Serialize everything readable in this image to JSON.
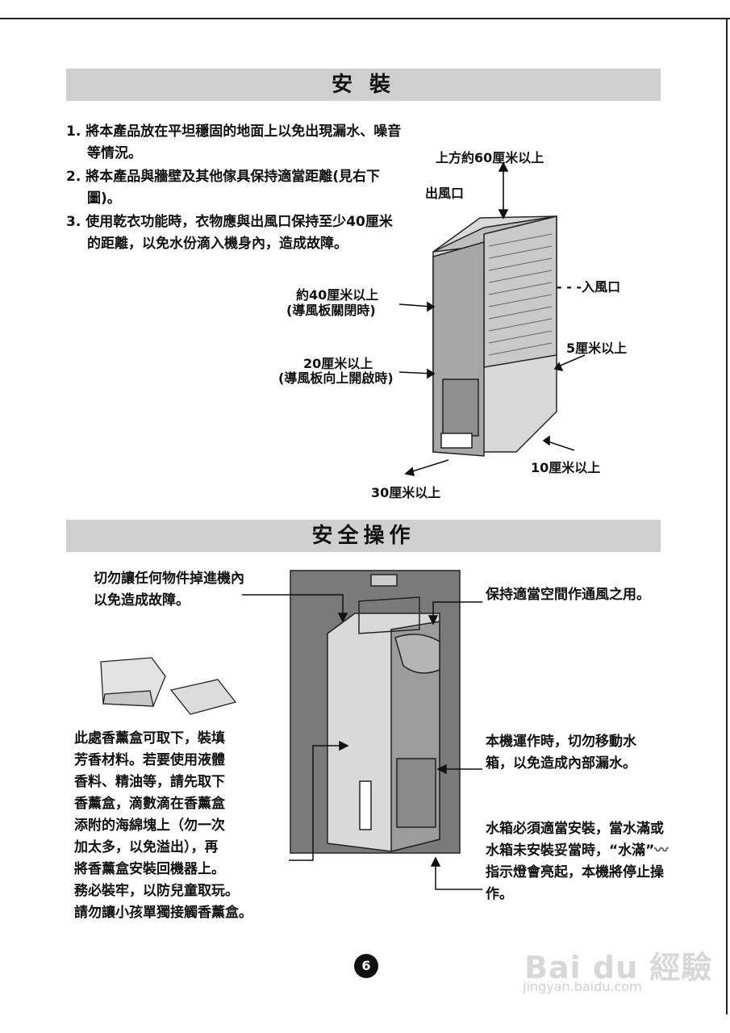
{
  "install": {
    "heading": "安 裝",
    "steps": [
      "1. 將本產品放在平坦穩固的地面上以免出現漏水、噪音等情況。",
      "2. 將本產品與牆壁及其他傢具保持適當距離(見右下圖)。",
      "3. 使用乾衣功能時，衣物應與出風口保持至少40厘米的距離，以免水份滴入機身內，造成故障。"
    ],
    "labels": {
      "top_clearance": "上方約60厘米以上",
      "air_outlet": "出風口",
      "air_inlet": "- - -入風口",
      "left_40": "約40厘米以上",
      "left_40_note": "(導風板關閉時)",
      "left_20": "20厘米以上",
      "left_20_note": "(導風板向上開啟時)",
      "right_5": "5厘米以上",
      "bottom_10": "10厘米以上",
      "front_30": "30厘米以上"
    }
  },
  "safety": {
    "heading": "安全操作",
    "note_no_objects": "切勿讓任何物件掉進機內以免造成故障。",
    "note_ventilation": "保持適當空間作通風之用。",
    "note_no_move_tank": "本機運作時，切勿移動水箱，以免造成內部漏水。",
    "note_tank_install": "水箱必須適當安裝，當水滿或水箱未安裝妥當時，“水滿”",
    "note_tank_install_end": "指示燈會亮起，本機將停止操作。",
    "note_fragrance": [
      "此處香薰盒可取下，裝填",
      "芳香材料。若要使用液體",
      "香料、精油等，請先取下",
      "香薰盒，滴數滴在香薰盒",
      "添附的海綿塊上（勿一次",
      "加太多，以免溢出），再",
      "將香薰盒安裝回機器上。",
      "務必裝牢，以防兒童取玩。",
      "請勿讓小孩單獨接觸香薰盒。"
    ]
  },
  "page_number": "6",
  "watermark": {
    "brand": "Bai du 經驗",
    "url": "jingyan.baidu.com"
  },
  "colors": {
    "section_bar": "#cfcfcf",
    "text": "#111111",
    "unit_body": "#d9d9d9",
    "unit_panel": "#a7a7a7"
  }
}
